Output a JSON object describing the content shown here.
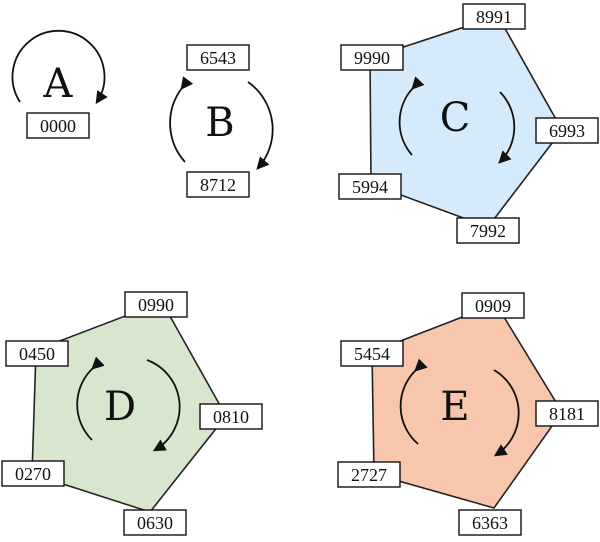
{
  "diagram": {
    "cycles": {
      "A": {
        "label": "A",
        "numbers": [
          "0000"
        ]
      },
      "B": {
        "label": "B",
        "numbers": [
          "6543",
          "8712"
        ]
      },
      "C": {
        "label": "C",
        "numbers": [
          "8991",
          "6993",
          "7992",
          "5994",
          "9990"
        ],
        "fill": "#d5eafa"
      },
      "D": {
        "label": "D",
        "numbers": [
          "0990",
          "0810",
          "0630",
          "0270",
          "0450"
        ],
        "fill": "#d8e6cd"
      },
      "E": {
        "label": "E",
        "numbers": [
          "0909",
          "8181",
          "6363",
          "2727",
          "5454"
        ],
        "fill": "#f7c6ad"
      }
    }
  }
}
